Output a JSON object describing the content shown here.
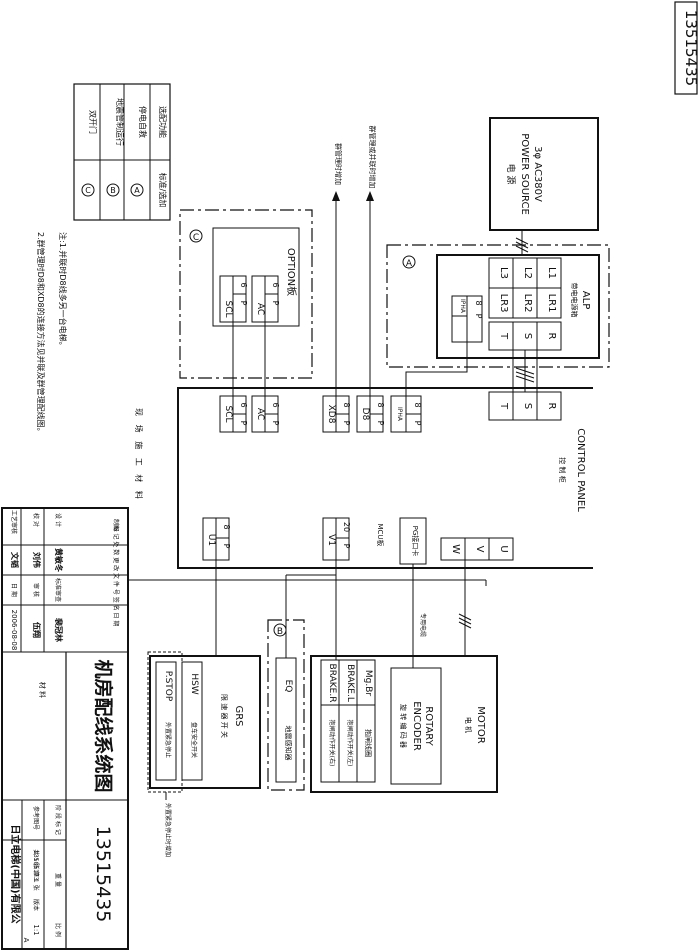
{
  "drawing_no": "13515435",
  "title": "机房配线系统图",
  "company": "日立电梯(中国)有限公",
  "power": {
    "label_1": "3φ AC380V",
    "label_2": "POWER SOURCE",
    "label_3": "电 源"
  },
  "alp": {
    "title": "ALP",
    "subtitle": "带电电源箱",
    "marker": "A",
    "terminals": [
      "L1",
      "L2",
      "L3",
      "LR1",
      "LR2",
      "LR3",
      "R",
      "S",
      "T"
    ],
    "connector": {
      "pins": "8",
      "p": "P",
      "name": "IPHA"
    }
  },
  "control_panel": {
    "title": "CONTROL PANEL",
    "subtitle": "控 制 柜",
    "terminals": [
      "R",
      "S",
      "T",
      "U",
      "V",
      "W"
    ],
    "connectors": [
      {
        "pins": "8",
        "p": "P",
        "name": "IPHA"
      },
      {
        "pins": "8",
        "p": "P",
        "name": "D8"
      },
      {
        "pins": "8",
        "p": "P",
        "name": "XD8"
      },
      {
        "pins": "6",
        "p": "P",
        "name": "AC"
      },
      {
        "pins": "6",
        "p": "P",
        "name": "SCL"
      },
      {
        "pins": "8",
        "p": "P",
        "name": "U1"
      },
      {
        "pins": "20",
        "p": "P",
        "name": "V1"
      }
    ],
    "pg": "PG接口卡",
    "mcu": "MCU板",
    "site_note": "现 场 施 工 材 料"
  },
  "option": {
    "title": "OPTION板",
    "marker": "C",
    "connectors": [
      {
        "pins": "6",
        "p": "P",
        "name": "AC"
      },
      {
        "pins": "6",
        "p": "P",
        "name": "SCL"
      }
    ]
  },
  "wire_notes": {
    "d8": "群管理或并联时增加",
    "xd8": "群管理时增加",
    "encoder": "专用电缆",
    "pstop": "外置紧急停止时增加"
  },
  "motor": {
    "title": "MOTOR",
    "subtitle": "电 机",
    "encoder_1": "ROTARY",
    "encoder_2": "ENCODER",
    "encoder_3": "旋 转 编 码 器",
    "mg": "Mg.Br",
    "mg_cn": "抱闸线圈",
    "brake_l": "BRAKE.L",
    "brake_l_cn": "抱闸动作开关(左)",
    "brake_r": "BRAKE.R",
    "brake_r_cn": "抱闸动作开关(右)"
  },
  "eq": {
    "marker": "B",
    "name": "EQ",
    "cn": "地震感知器"
  },
  "grs": {
    "title": "GRS",
    "subtitle": "限 速 器 开 关",
    "hsw": "HSW",
    "hsw_cn": "盘车安全开关",
    "pstop": "P.STOP",
    "pstop_cn": "外置紧急停止"
  },
  "legend": {
    "header": "选配功能",
    "header2": "标准/选加",
    "rows": [
      {
        "name": "停电自救",
        "mark": "A"
      },
      {
        "name": "地震管制运行",
        "mark": "B"
      },
      {
        "name": "双开门",
        "mark": "C"
      }
    ]
  },
  "notes": {
    "n1": "注:1.并联时D8线多另一台电梯。",
    "n2": "2.群管理时D8和XD8的连接方法见并联及群管理配线图。"
  },
  "titleblock": {
    "rows": [
      {
        "role": "制图",
        "name": "",
        "extra": "标 记  处 数  更 改 文 件 号  签 名  日 期"
      },
      {
        "role": "设 计",
        "name": "黄敏冬",
        "extra": "标准审查"
      },
      {
        "role": "校 对",
        "name": "刘伟",
        "extra": "审 核"
      },
      {
        "role": "工艺审核",
        "name": "文韬",
        "extra": "日 期"
      }
    ],
    "std_name": "裴冠林",
    "approver": "伍翔",
    "date": "2006-08-08",
    "material": "材 料",
    "cols": [
      "阶 段 标 记",
      "重 量",
      "比 例"
    ],
    "scale": "1:1",
    "sheet": "共 1 张   第 1 张",
    "ref_label": "参考图号",
    "ref": "13505173",
    "version_label": "版本",
    "version": "A"
  }
}
